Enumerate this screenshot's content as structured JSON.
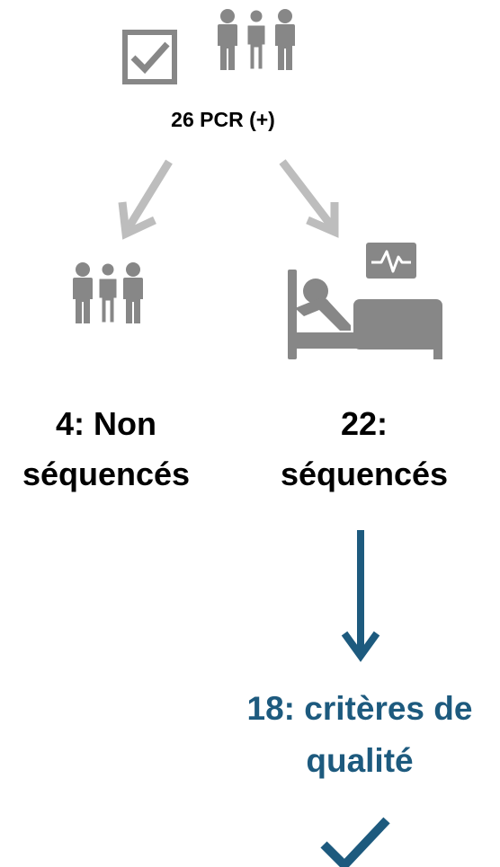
{
  "top": {
    "label": "26 PCR (+)"
  },
  "left": {
    "line1": "4: Non",
    "line2": "séquencés"
  },
  "right": {
    "line1": "22:",
    "line2": "séquencés"
  },
  "quality": {
    "line1": "18: critères de",
    "line2": "qualité"
  },
  "icons": [
    "checkbox-checked-icon",
    "people-group-icon",
    "hospital-bed-icon",
    "heart-monitor-icon",
    "checkmark-icon"
  ],
  "colors": {
    "icon_gray": "#878787",
    "arrow_gray": "#bdbdbd",
    "accent_blue": "#1d5a7e"
  }
}
